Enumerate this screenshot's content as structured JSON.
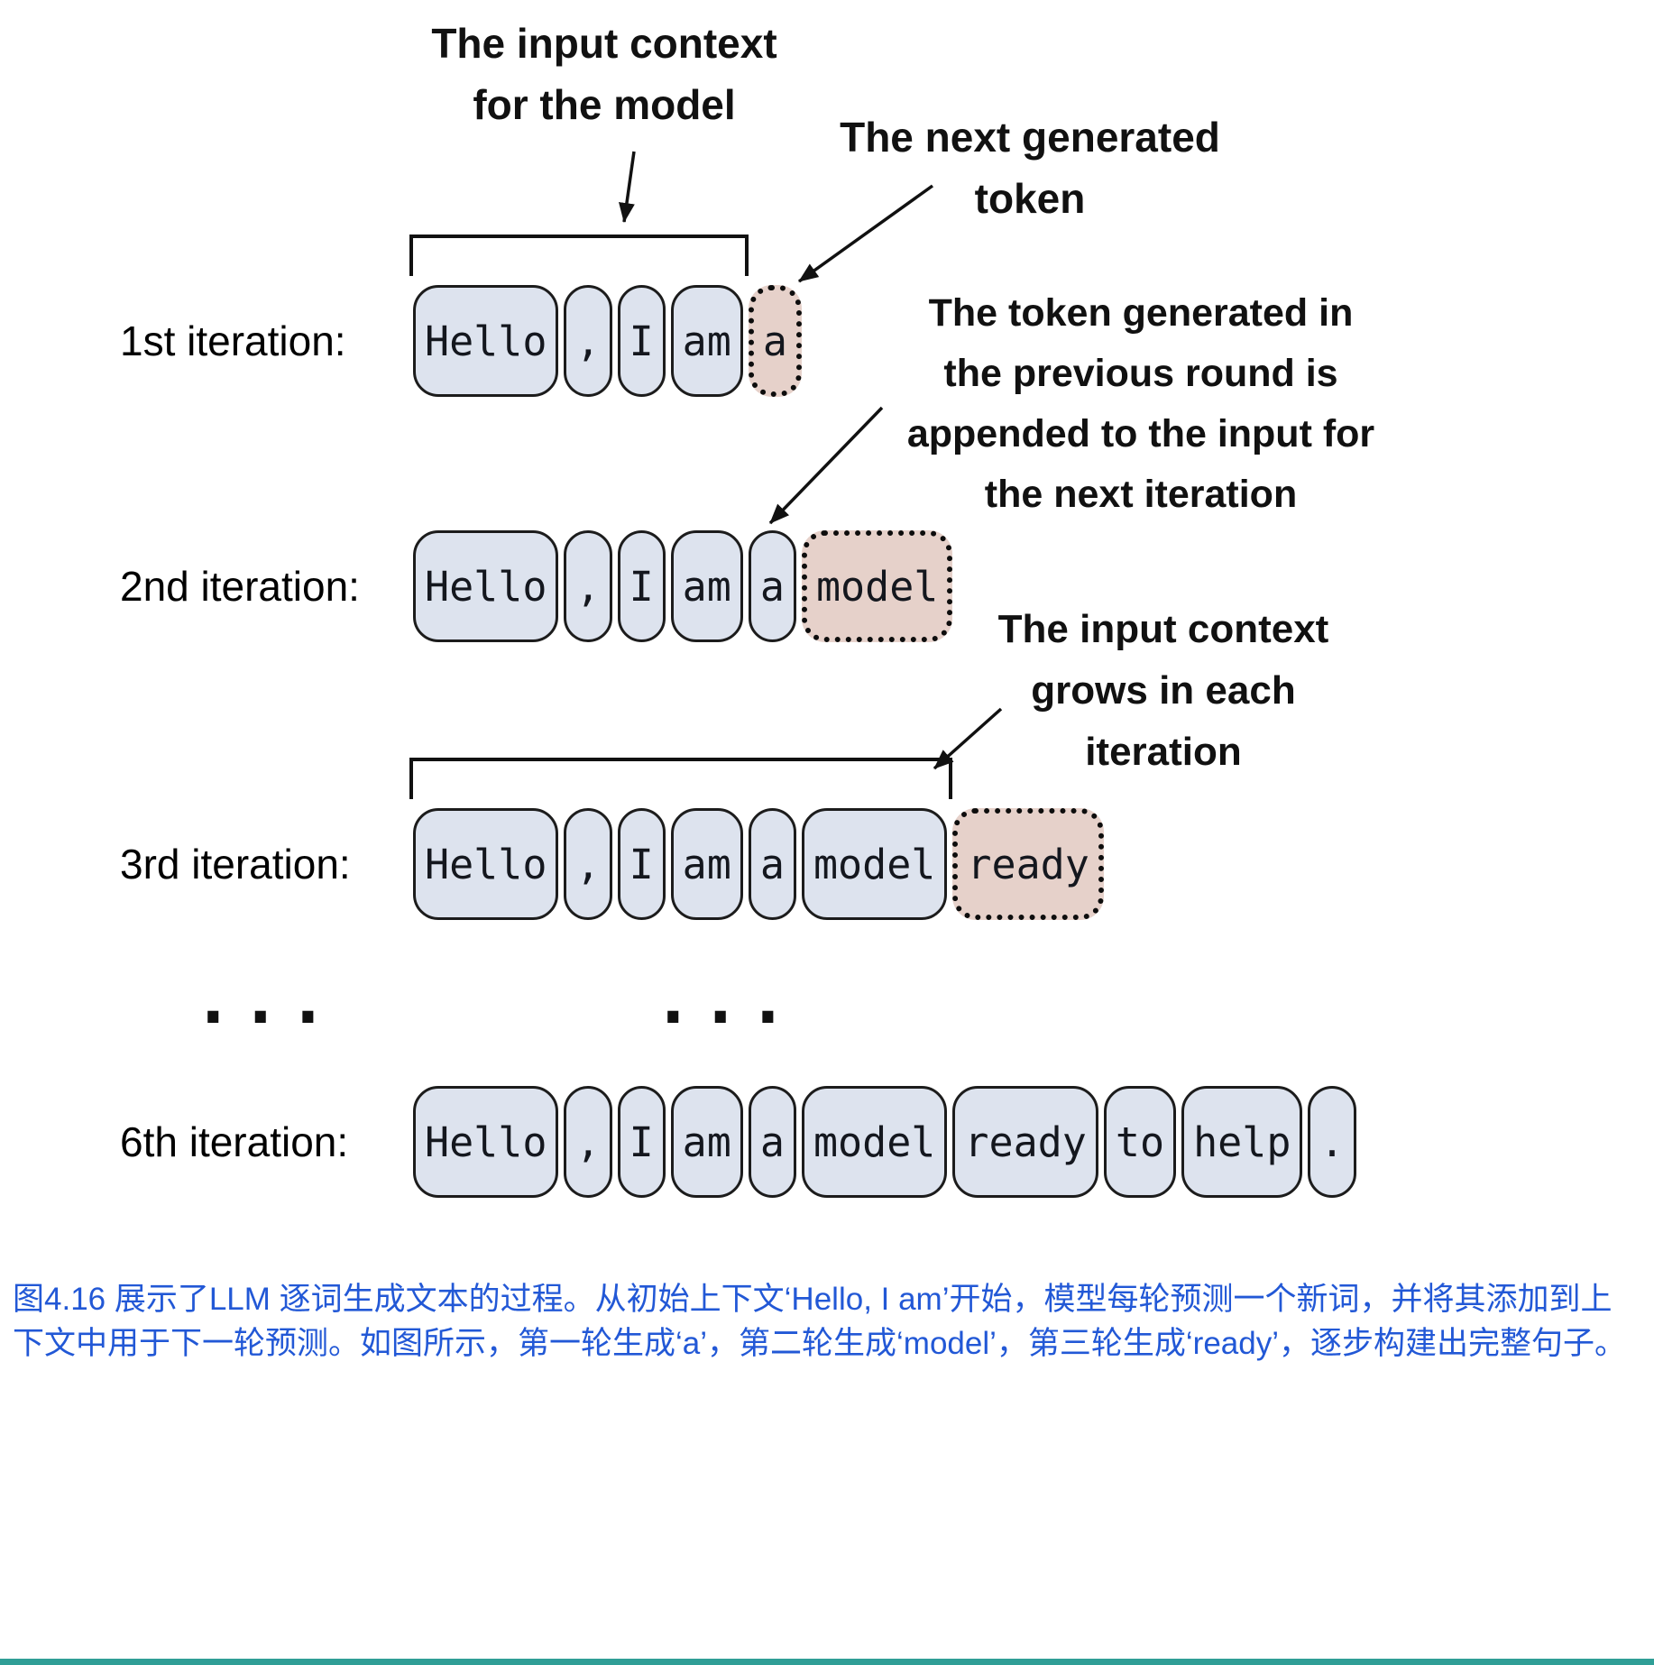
{
  "colors": {
    "background": "#ffffff",
    "token_fill": "#dde3ee",
    "token_border": "#1c1c1c",
    "generated_fill": "#e6d1ca",
    "annotation_text": "#111111",
    "caption_text": "#2258d6",
    "bottom_bar": "#2f9e96"
  },
  "annotations": {
    "input_context": "The input context\nfor the model",
    "next_token": "The next generated\ntoken",
    "appended": "The token generated in\nthe previous round is\nappended to the input for\nthe next iteration",
    "grows": "The input context\ngrows in each\niteration"
  },
  "iterations": [
    {
      "label": "1st iteration:",
      "context_tokens": [
        "Hello",
        ",",
        "I",
        "am"
      ],
      "generated_token": "a",
      "bracket": true
    },
    {
      "label": "2nd iteration:",
      "context_tokens": [
        "Hello",
        ",",
        "I",
        "am",
        "a"
      ],
      "generated_token": "model",
      "bracket": false
    },
    {
      "label": "3rd iteration:",
      "context_tokens": [
        "Hello",
        ",",
        "I",
        "am",
        "a",
        "model"
      ],
      "generated_token": "ready",
      "bracket": true
    },
    {
      "label": "6th iteration:",
      "context_tokens": [
        "Hello",
        ",",
        "I",
        "am",
        "a",
        "model",
        "ready",
        "to",
        "help",
        "."
      ],
      "generated_token": null,
      "bracket": false
    }
  ],
  "ellipsis": "...",
  "caption": "图4.16 展示了LLM 逐词生成文本的过程。从初始上下文‘Hello, I am’开始，模型每轮预测一个新词，并将其添加到上下文中用于下一轮预测。如图所示，第一轮生成‘a’，第二轮生成‘model’，第三轮生成‘ready’，逐步构建出完整句子。"
}
